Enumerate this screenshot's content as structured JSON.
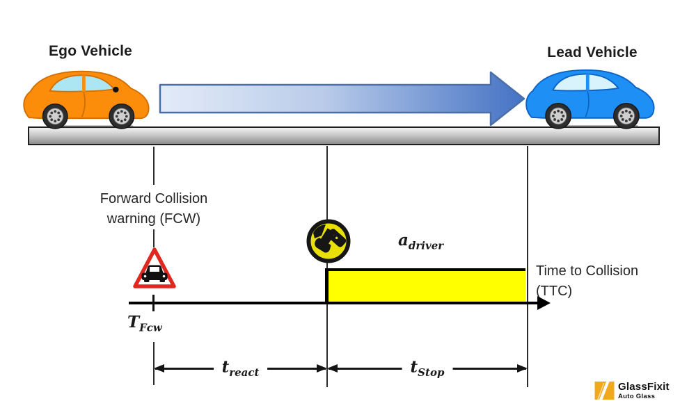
{
  "diagram": {
    "title_ego": "Ego Vehicle",
    "title_lead": "Lead Vehicle",
    "fcw_label": {
      "line1": "Forward Collision",
      "line2": "warning (FCW)"
    },
    "ttc_label": {
      "line1": "Time to Collision",
      "line2": "(TTC)"
    },
    "math": {
      "t_fcw": {
        "base": "T",
        "sub": "Fcw"
      },
      "t_react": {
        "base": "t",
        "sub": "react"
      },
      "t_stop": {
        "base": "t",
        "sub": "Stop"
      },
      "a_driver": {
        "base": "a",
        "sub": "driver"
      }
    },
    "icons": {
      "fcw_sign": "car-warning-triangle-icon",
      "brake": "brake-pedal-icon",
      "speed_arrow": "right-arrow-gradient"
    },
    "colors": {
      "ego_car": "#FB8D0A",
      "lead_car": "#1E8FF5",
      "arrow_light": "#DDE7F6",
      "arrow_dark": "#4472C4",
      "step_fill": "#FFFF00",
      "warning_red": "#E02820",
      "brake_yellow": "#E9E00A",
      "road_gray": "#9A9A9A",
      "logo_gold": "#F2A81C"
    }
  },
  "logo": {
    "name": "GlassFixit",
    "subtitle": "Auto Glass"
  }
}
